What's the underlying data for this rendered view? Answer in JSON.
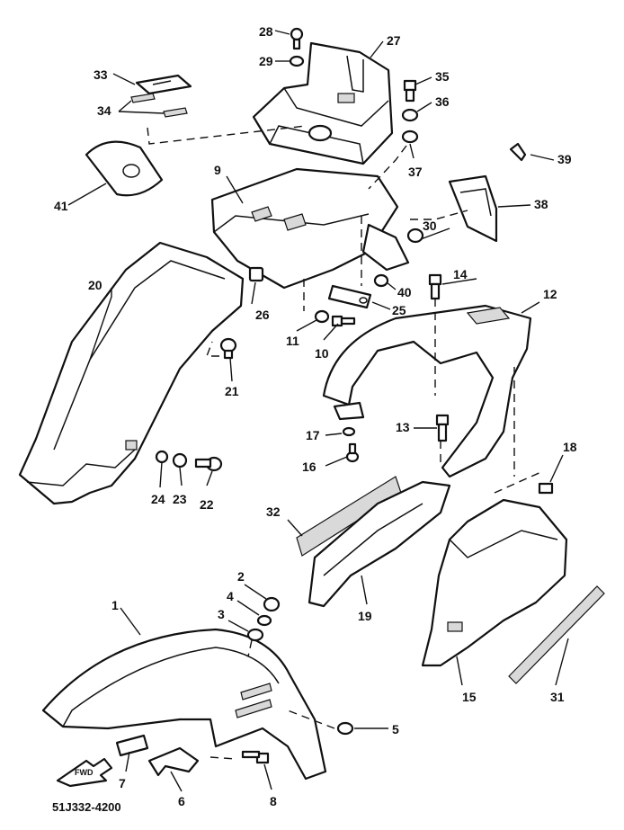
{
  "figure_code": "51J332-4200",
  "fwd_arrow_label": "FWD",
  "callouts": {
    "p1": "1",
    "p2": "2",
    "p3": "3",
    "p4": "4",
    "p5": "5",
    "p6": "6",
    "p7": "7",
    "p8": "8",
    "p9": "9",
    "p10": "10",
    "p11": "11",
    "p12": "12",
    "p13": "13",
    "p14": "14",
    "p15": "15",
    "p16": "16",
    "p17": "17",
    "p18": "18",
    "p19": "19",
    "p20": "20",
    "p21": "21",
    "p22": "22",
    "p23": "23",
    "p24": "24",
    "p25": "25",
    "p26": "26",
    "p27": "27",
    "p28": "28",
    "p29": "29",
    "p30": "30",
    "p31": "31",
    "p32": "32",
    "p33": "33",
    "p34": "34",
    "p35": "35",
    "p36": "36",
    "p37": "37",
    "p38": "38",
    "p39": "39",
    "p40": "40",
    "p41": "41"
  }
}
